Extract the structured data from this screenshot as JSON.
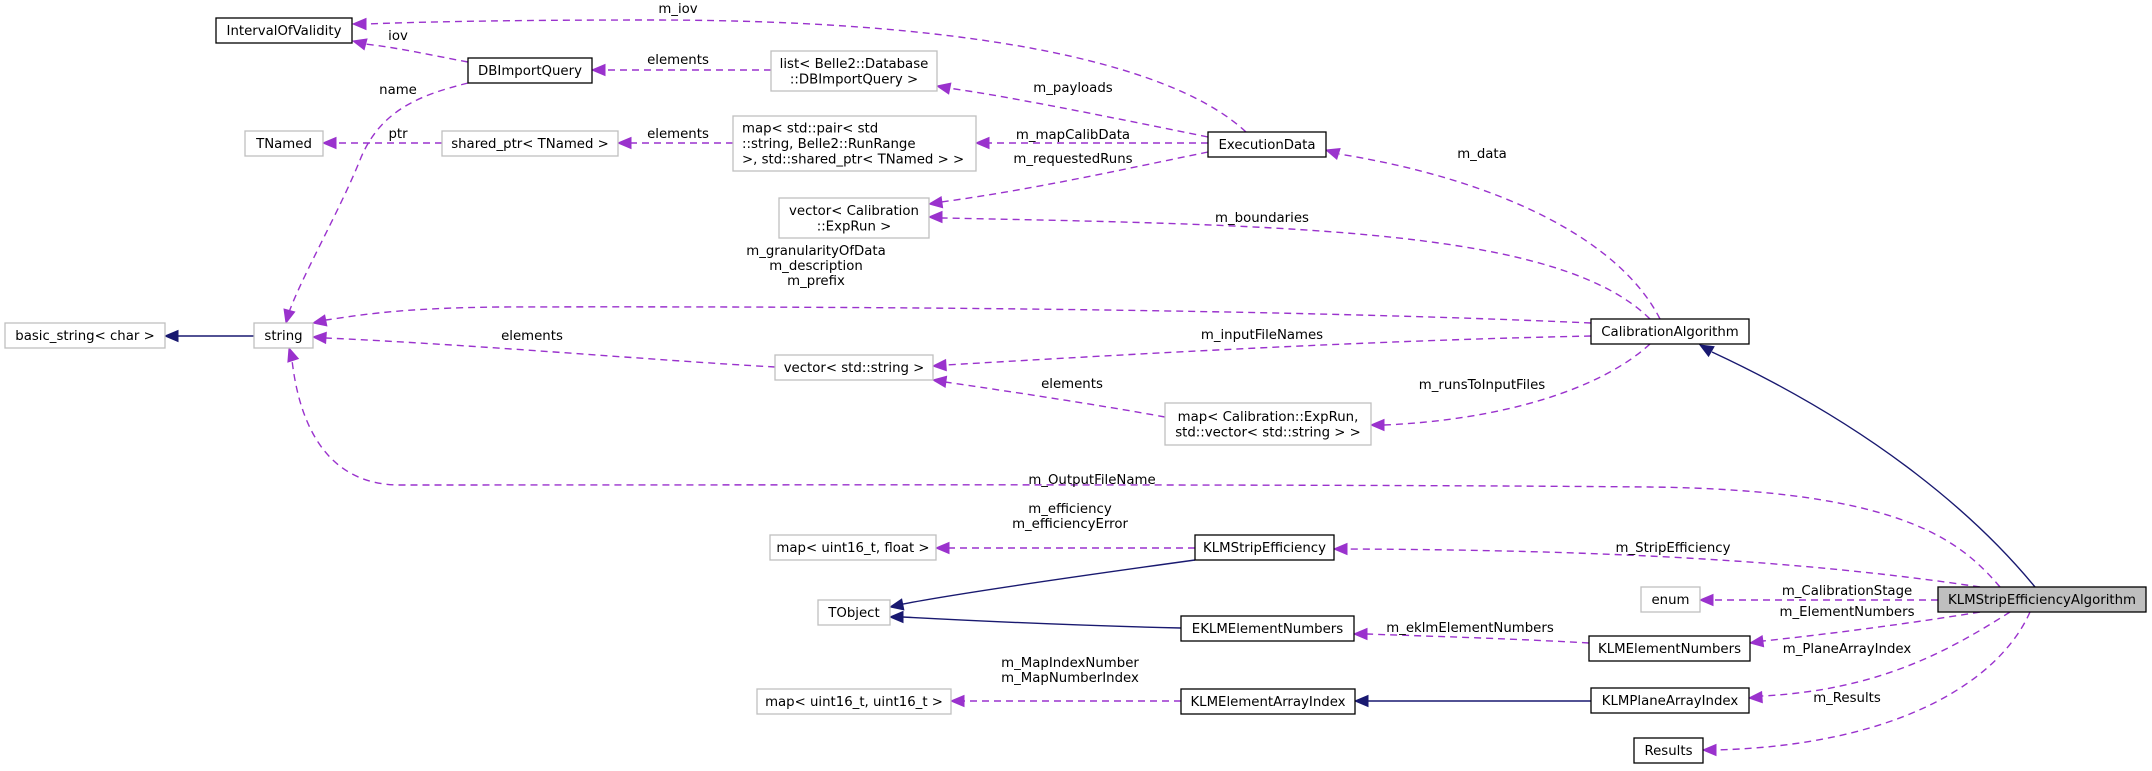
{
  "diagram": {
    "title": "KLMStripEfficiencyAlgorithm collaboration graph",
    "colors": {
      "usage_edge": "#9a32cd",
      "inheritance_edge": "#191970",
      "focus_fill": "#bfbfbf",
      "documented_border": "#000000",
      "undocumented_border": "#bfbfbf"
    },
    "nodes": {
      "IntervalOfValidity": {
        "lines": [
          "IntervalOfValidity"
        ],
        "kind": "documented"
      },
      "DBImportQuery": {
        "lines": [
          "DBImportQuery"
        ],
        "kind": "documented"
      },
      "TNamed": {
        "lines": [
          "TNamed"
        ],
        "kind": "undocumented"
      },
      "shared_ptr_TNamed": {
        "lines": [
          "shared_ptr< TNamed >"
        ],
        "kind": "undocumented"
      },
      "list_DBImportQuery": {
        "lines": [
          "list< Belle2::Database",
          "::DBImportQuery >"
        ],
        "kind": "undocumented"
      },
      "map_pair_string_runrange": {
        "lines": [
          "map< std::pair< std",
          "::string, Belle2::RunRange",
          " >, std::shared_ptr< TNamed > >"
        ],
        "kind": "undocumented"
      },
      "ExecutionData": {
        "lines": [
          "ExecutionData"
        ],
        "kind": "documented"
      },
      "vector_ExpRun": {
        "lines": [
          "vector< Calibration",
          "::ExpRun >"
        ],
        "kind": "undocumented"
      },
      "basic_string_char": {
        "lines": [
          "basic_string< char >"
        ],
        "kind": "undocumented"
      },
      "string": {
        "lines": [
          "string"
        ],
        "kind": "undocumented"
      },
      "CalibrationAlgorithm": {
        "lines": [
          "CalibrationAlgorithm"
        ],
        "kind": "documented"
      },
      "vector_string": {
        "lines": [
          "vector< std::string >"
        ],
        "kind": "undocumented"
      },
      "map_ExpRun_vector_string": {
        "lines": [
          "map< Calibration::ExpRun,",
          " std::vector< std::string > >"
        ],
        "kind": "undocumented"
      },
      "map_uint16_float": {
        "lines": [
          "map< uint16_t, float >"
        ],
        "kind": "undocumented"
      },
      "KLMStripEfficiency": {
        "lines": [
          "KLMStripEfficiency"
        ],
        "kind": "documented"
      },
      "TObject": {
        "lines": [
          "TObject"
        ],
        "kind": "undocumented"
      },
      "EKLMElementNumbers": {
        "lines": [
          "EKLMElementNumbers"
        ],
        "kind": "documented"
      },
      "map_uint16_uint16": {
        "lines": [
          "map< uint16_t, uint16_t >"
        ],
        "kind": "undocumented"
      },
      "KLMElementArrayIndex": {
        "lines": [
          "KLMElementArrayIndex"
        ],
        "kind": "documented"
      },
      "enum": {
        "lines": [
          "enum"
        ],
        "kind": "undocumented"
      },
      "KLMElementNumbers": {
        "lines": [
          "KLMElementNumbers"
        ],
        "kind": "documented"
      },
      "KLMPlaneArrayIndex": {
        "lines": [
          "KLMPlaneArrayIndex"
        ],
        "kind": "documented"
      },
      "Results": {
        "lines": [
          "Results"
        ],
        "kind": "documented"
      },
      "KLMStripEfficiencyAlgorithm": {
        "lines": [
          "KLMStripEfficiencyAlgorithm"
        ],
        "kind": "focus"
      }
    },
    "edges": [
      {
        "id": "e_m_iov",
        "from": "ExecutionData",
        "to": "IntervalOfValidity",
        "type": "usage",
        "label": [
          "m_iov"
        ]
      },
      {
        "id": "e_iov",
        "from": "DBImportQuery",
        "to": "IntervalOfValidity",
        "type": "usage",
        "label": [
          "iov"
        ]
      },
      {
        "id": "e_name",
        "from": "DBImportQuery",
        "to": "string",
        "type": "usage",
        "label": [
          "name"
        ]
      },
      {
        "id": "e_list_elements",
        "from": "list_DBImportQuery",
        "to": "DBImportQuery",
        "type": "usage",
        "label": [
          "elements"
        ]
      },
      {
        "id": "e_ptr",
        "from": "shared_ptr_TNamed",
        "to": "TNamed",
        "type": "usage",
        "label": [
          "ptr"
        ]
      },
      {
        "id": "e_map_elements",
        "from": "map_pair_string_runrange",
        "to": "shared_ptr_TNamed",
        "type": "usage",
        "label": [
          "elements"
        ]
      },
      {
        "id": "e_m_payloads",
        "from": "ExecutionData",
        "to": "list_DBImportQuery",
        "type": "usage",
        "label": [
          "m_payloads"
        ]
      },
      {
        "id": "e_m_mapCalibData",
        "from": "ExecutionData",
        "to": "map_pair_string_runrange",
        "type": "usage",
        "label": [
          "m_mapCalibData"
        ]
      },
      {
        "id": "e_m_requestedRuns",
        "from": "ExecutionData",
        "to": "vector_ExpRun",
        "type": "usage",
        "label": [
          "m_requestedRuns"
        ]
      },
      {
        "id": "e_m_data",
        "from": "CalibrationAlgorithm",
        "to": "ExecutionData",
        "type": "usage",
        "label": [
          "m_data"
        ]
      },
      {
        "id": "e_m_boundaries",
        "from": "CalibrationAlgorithm",
        "to": "vector_ExpRun",
        "type": "usage",
        "label": [
          "m_boundaries"
        ]
      },
      {
        "id": "e_m_strings",
        "from": "CalibrationAlgorithm",
        "to": "string",
        "type": "usage",
        "label": [
          "m_granularityOfData",
          "m_description",
          "m_prefix"
        ]
      },
      {
        "id": "e_m_inputFileNames",
        "from": "CalibrationAlgorithm",
        "to": "vector_string",
        "type": "usage",
        "label": [
          "m_inputFileNames"
        ]
      },
      {
        "id": "e_m_runsToInputFiles",
        "from": "CalibrationAlgorithm",
        "to": "map_ExpRun_vector_string",
        "type": "usage",
        "label": [
          "m_runsToInputFiles"
        ]
      },
      {
        "id": "e_vec_elements",
        "from": "vector_string",
        "to": "string",
        "type": "usage",
        "label": [
          "elements"
        ]
      },
      {
        "id": "e_map_vec_elements",
        "from": "map_ExpRun_vector_string",
        "to": "vector_string",
        "type": "usage",
        "label": [
          "elements"
        ]
      },
      {
        "id": "e_string_base",
        "from": "string",
        "to": "basic_string_char",
        "type": "inheritance",
        "label": []
      },
      {
        "id": "e_m_OutputFileName",
        "from": "KLMStripEfficiencyAlgorithm",
        "to": "string",
        "type": "usage",
        "label": [
          "m_OutputFileName"
        ]
      },
      {
        "id": "e_calib_base",
        "from": "KLMStripEfficiencyAlgorithm",
        "to": "CalibrationAlgorithm",
        "type": "inheritance",
        "label": []
      },
      {
        "id": "e_m_efficiency",
        "from": "KLMStripEfficiency",
        "to": "map_uint16_float",
        "type": "usage",
        "label": [
          "m_efficiency",
          "m_efficiencyError"
        ]
      },
      {
        "id": "e_m_StripEfficiency",
        "from": "KLMStripEfficiencyAlgorithm",
        "to": "KLMStripEfficiency",
        "type": "usage",
        "label": [
          "m_StripEfficiency"
        ]
      },
      {
        "id": "e_strip_tobject",
        "from": "KLMStripEfficiency",
        "to": "TObject",
        "type": "inheritance",
        "label": []
      },
      {
        "id": "e_eklm_tobject",
        "from": "EKLMElementNumbers",
        "to": "TObject",
        "type": "inheritance",
        "label": []
      },
      {
        "id": "e_m_CalibrationStage",
        "from": "KLMStripEfficiencyAlgorithm",
        "to": "enum",
        "type": "usage",
        "label": [
          "m_CalibrationStage"
        ]
      },
      {
        "id": "e_m_eklmElementNumbers",
        "from": "KLMElementNumbers",
        "to": "EKLMElementNumbers",
        "type": "usage",
        "label": [
          "m_eklmElementNumbers"
        ]
      },
      {
        "id": "e_m_ElementNumbers",
        "from": "KLMStripEfficiencyAlgorithm",
        "to": "KLMElementNumbers",
        "type": "usage",
        "label": [
          "m_ElementNumbers"
        ]
      },
      {
        "id": "e_m_MapIndex",
        "from": "KLMElementArrayIndex",
        "to": "map_uint16_uint16",
        "type": "usage",
        "label": [
          "m_MapIndexNumber",
          "m_MapNumberIndex"
        ]
      },
      {
        "id": "e_plane_base",
        "from": "KLMPlaneArrayIndex",
        "to": "KLMElementArrayIndex",
        "type": "inheritance",
        "label": []
      },
      {
        "id": "e_m_PlaneArrayIndex",
        "from": "KLMStripEfficiencyAlgorithm",
        "to": "KLMPlaneArrayIndex",
        "type": "usage",
        "label": [
          "m_PlaneArrayIndex"
        ]
      },
      {
        "id": "e_m_Results",
        "from": "KLMStripEfficiencyAlgorithm",
        "to": "Results",
        "type": "usage",
        "label": [
          "m_Results"
        ]
      }
    ]
  }
}
